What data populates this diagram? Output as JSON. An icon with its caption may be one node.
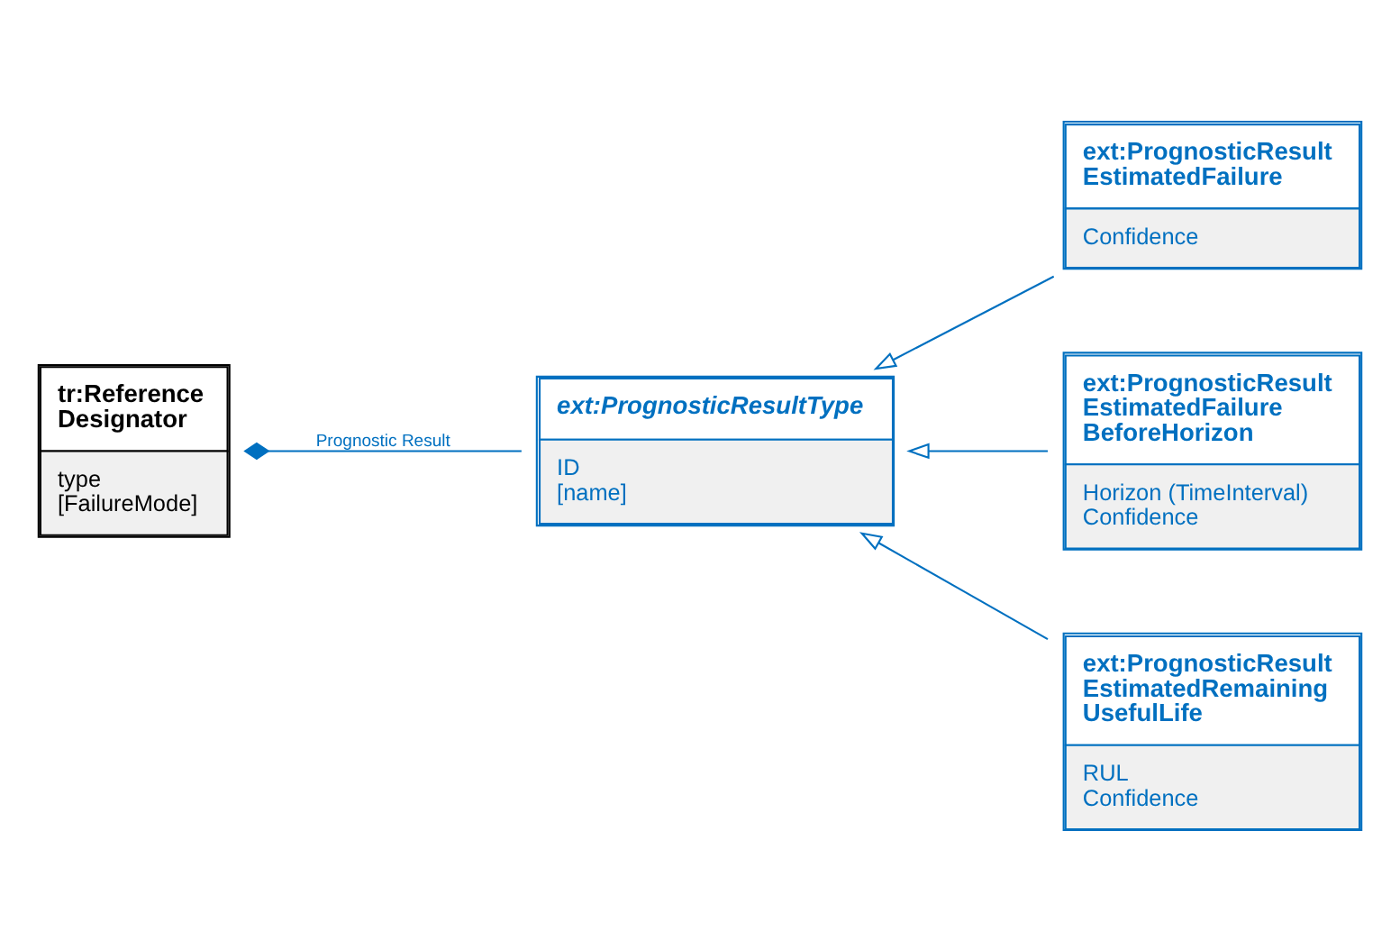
{
  "diagram": {
    "nodes": [
      {
        "text": [
          "tr:Reference Designator",
          "type",
          "[FailureMode]"
        ]
      },
      {
        "text": [
          "ext:PrognosticResultType",
          "ID",
          "[name]"
        ]
      },
      {
        "text": [
          "ext:PrognosticResult EstimatedFailure",
          "Confidence"
        ]
      },
      {
        "text": [
          "ext:PrognosticResult EstimatedFailure BeforeHorizon",
          "Horizon (TimeInterval)",
          "Confidence"
        ]
      },
      {
        "text": [
          "ext:PrognosticResult EstimatedRemaining UsefulLife",
          "RUL",
          "Confidence"
        ]
      }
    ],
    "edges": [
      {
        "from": 0,
        "to": 1,
        "arrow": "other",
        "label": "Prognostic Result"
      },
      {
        "from": 2,
        "to": 1,
        "arrow": "to"
      },
      {
        "from": 3,
        "to": 1,
        "arrow": "to"
      },
      {
        "from": 4,
        "to": 1,
        "arrow": "to"
      }
    ]
  }
}
